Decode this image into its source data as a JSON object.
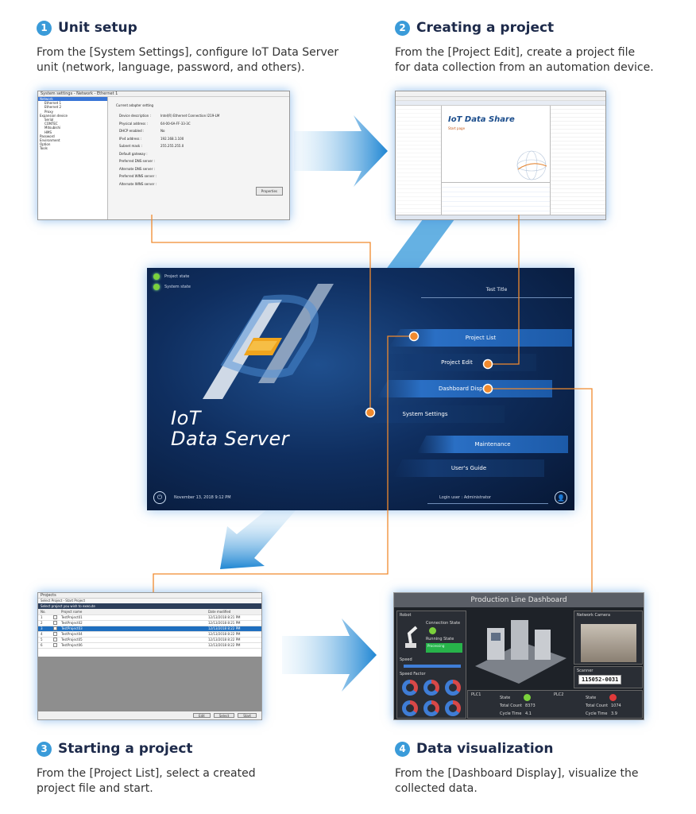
{
  "steps": [
    {
      "number": "1",
      "title": "Unit setup",
      "desc1": "From the [System Settings], configure IoT Data Server",
      "desc2": "unit (network, language, password, and others)."
    },
    {
      "number": "2",
      "title": "Creating a project",
      "desc1": "From the [Project Edit], create a project file",
      "desc2": "for data collection from an automation device."
    },
    {
      "number": "3",
      "title": "Starting a project",
      "desc1": "From the [Project List], select a created",
      "desc2": "project file and start."
    },
    {
      "number": "4",
      "title": "Data visualization",
      "desc1": "From the [Dashboard Display], visualize the",
      "desc2": "collected data."
    }
  ],
  "shot1": {
    "window_title": "System settings - Network - Ethernet 1",
    "tree": [
      "Network",
      "Ethernet 1",
      "Ethernet 2",
      "Proxy",
      "Expansion device",
      "Serial",
      "CONTEC",
      "Mitsubishi",
      "HMS",
      "Password",
      "Environment",
      "Option",
      "Tools"
    ],
    "caption": "Current adapter setting",
    "fields": [
      {
        "k": "Device description :",
        "v": "Intel(R) Ethernet Connection I219-LM"
      },
      {
        "k": "Physical address :",
        "v": "64-00-6A-FF-33-3C"
      },
      {
        "k": "DHCP enabled :",
        "v": "No"
      },
      {
        "k": "IPv4 address :",
        "v": "192.168.1.100"
      },
      {
        "k": "Subnet mask :",
        "v": "255.255.255.0"
      },
      {
        "k": "Default gateway :",
        "v": ""
      },
      {
        "k": "Preferred DNS server :",
        "v": ""
      },
      {
        "k": "Alternate DNS server :",
        "v": ""
      },
      {
        "k": "Preferred WINS server :",
        "v": ""
      },
      {
        "k": "Alternate WINS server :",
        "v": ""
      }
    ],
    "properties_button": "Properties"
  },
  "shot2": {
    "brand": "IoT Data Share",
    "brand_sub": "Start page"
  },
  "shot3": {
    "window_title": "Projects",
    "sub": "Select Project - Start Project",
    "banner": "Select project you wish to execute",
    "headers": [
      "No.",
      "",
      "Project name",
      "Date modified",
      ""
    ],
    "rows": [
      {
        "no": "1",
        "name": "TestProject01",
        "date": "12/13/2018 8:21 PM"
      },
      {
        "no": "2",
        "name": "TestProject02",
        "date": "12/13/2018 8:21 PM"
      },
      {
        "no": "3",
        "name": "TestProject03",
        "date": "12/13/2018 8:22 PM"
      },
      {
        "no": "4",
        "name": "TestProject04",
        "date": "12/13/2018 8:22 PM"
      },
      {
        "no": "5",
        "name": "TestProject05",
        "date": "12/13/2018 8:22 PM"
      },
      {
        "no": "6",
        "name": "TestProject06",
        "date": "12/13/2018 8:22 PM"
      }
    ],
    "selected_index": 2,
    "footer_buttons": [
      "Edit",
      "Select",
      "Start"
    ]
  },
  "shot4": {
    "title": "Production Line Dashboard",
    "robot": "Robot",
    "connection_state": "Connection State",
    "running_state": "Running State",
    "running_value": "Processing",
    "speed": "Speed",
    "speed_factor": "Speed Factor",
    "network_camera": "Network Camera",
    "scanner": "Scanner",
    "scanner_value": "115052-0031",
    "plc1": "PLC1",
    "plc2": "PLC2",
    "state": "State",
    "total_count": "Total Count",
    "plc1_total": "8373",
    "plc2_total": "1074",
    "cycle_time": "Cycle Time",
    "plc1_cycle": "4.1",
    "plc2_cycle": "3.9",
    "colors": {
      "led_green": "#7bd13c",
      "led_red": "#e03a3a",
      "bar_green": "#27b34a"
    }
  },
  "splash": {
    "project_state": "Project state",
    "system_state": "System state",
    "test_title": "Test Title",
    "logo_line1": "IoT",
    "logo_line2": "Data Server",
    "menu": [
      "Project List",
      "Project Edit",
      "Dashboard Display",
      "System Settings",
      "Maintenance",
      "User's Guide"
    ],
    "date": "November 13, 2018 9:12 PM",
    "login": "Login user  :  Administrator"
  },
  "colors": {
    "accent_blue": "#3a9bd9",
    "connector_orange": "#f08a2e",
    "arrow_blue": "#2b8fd6"
  }
}
